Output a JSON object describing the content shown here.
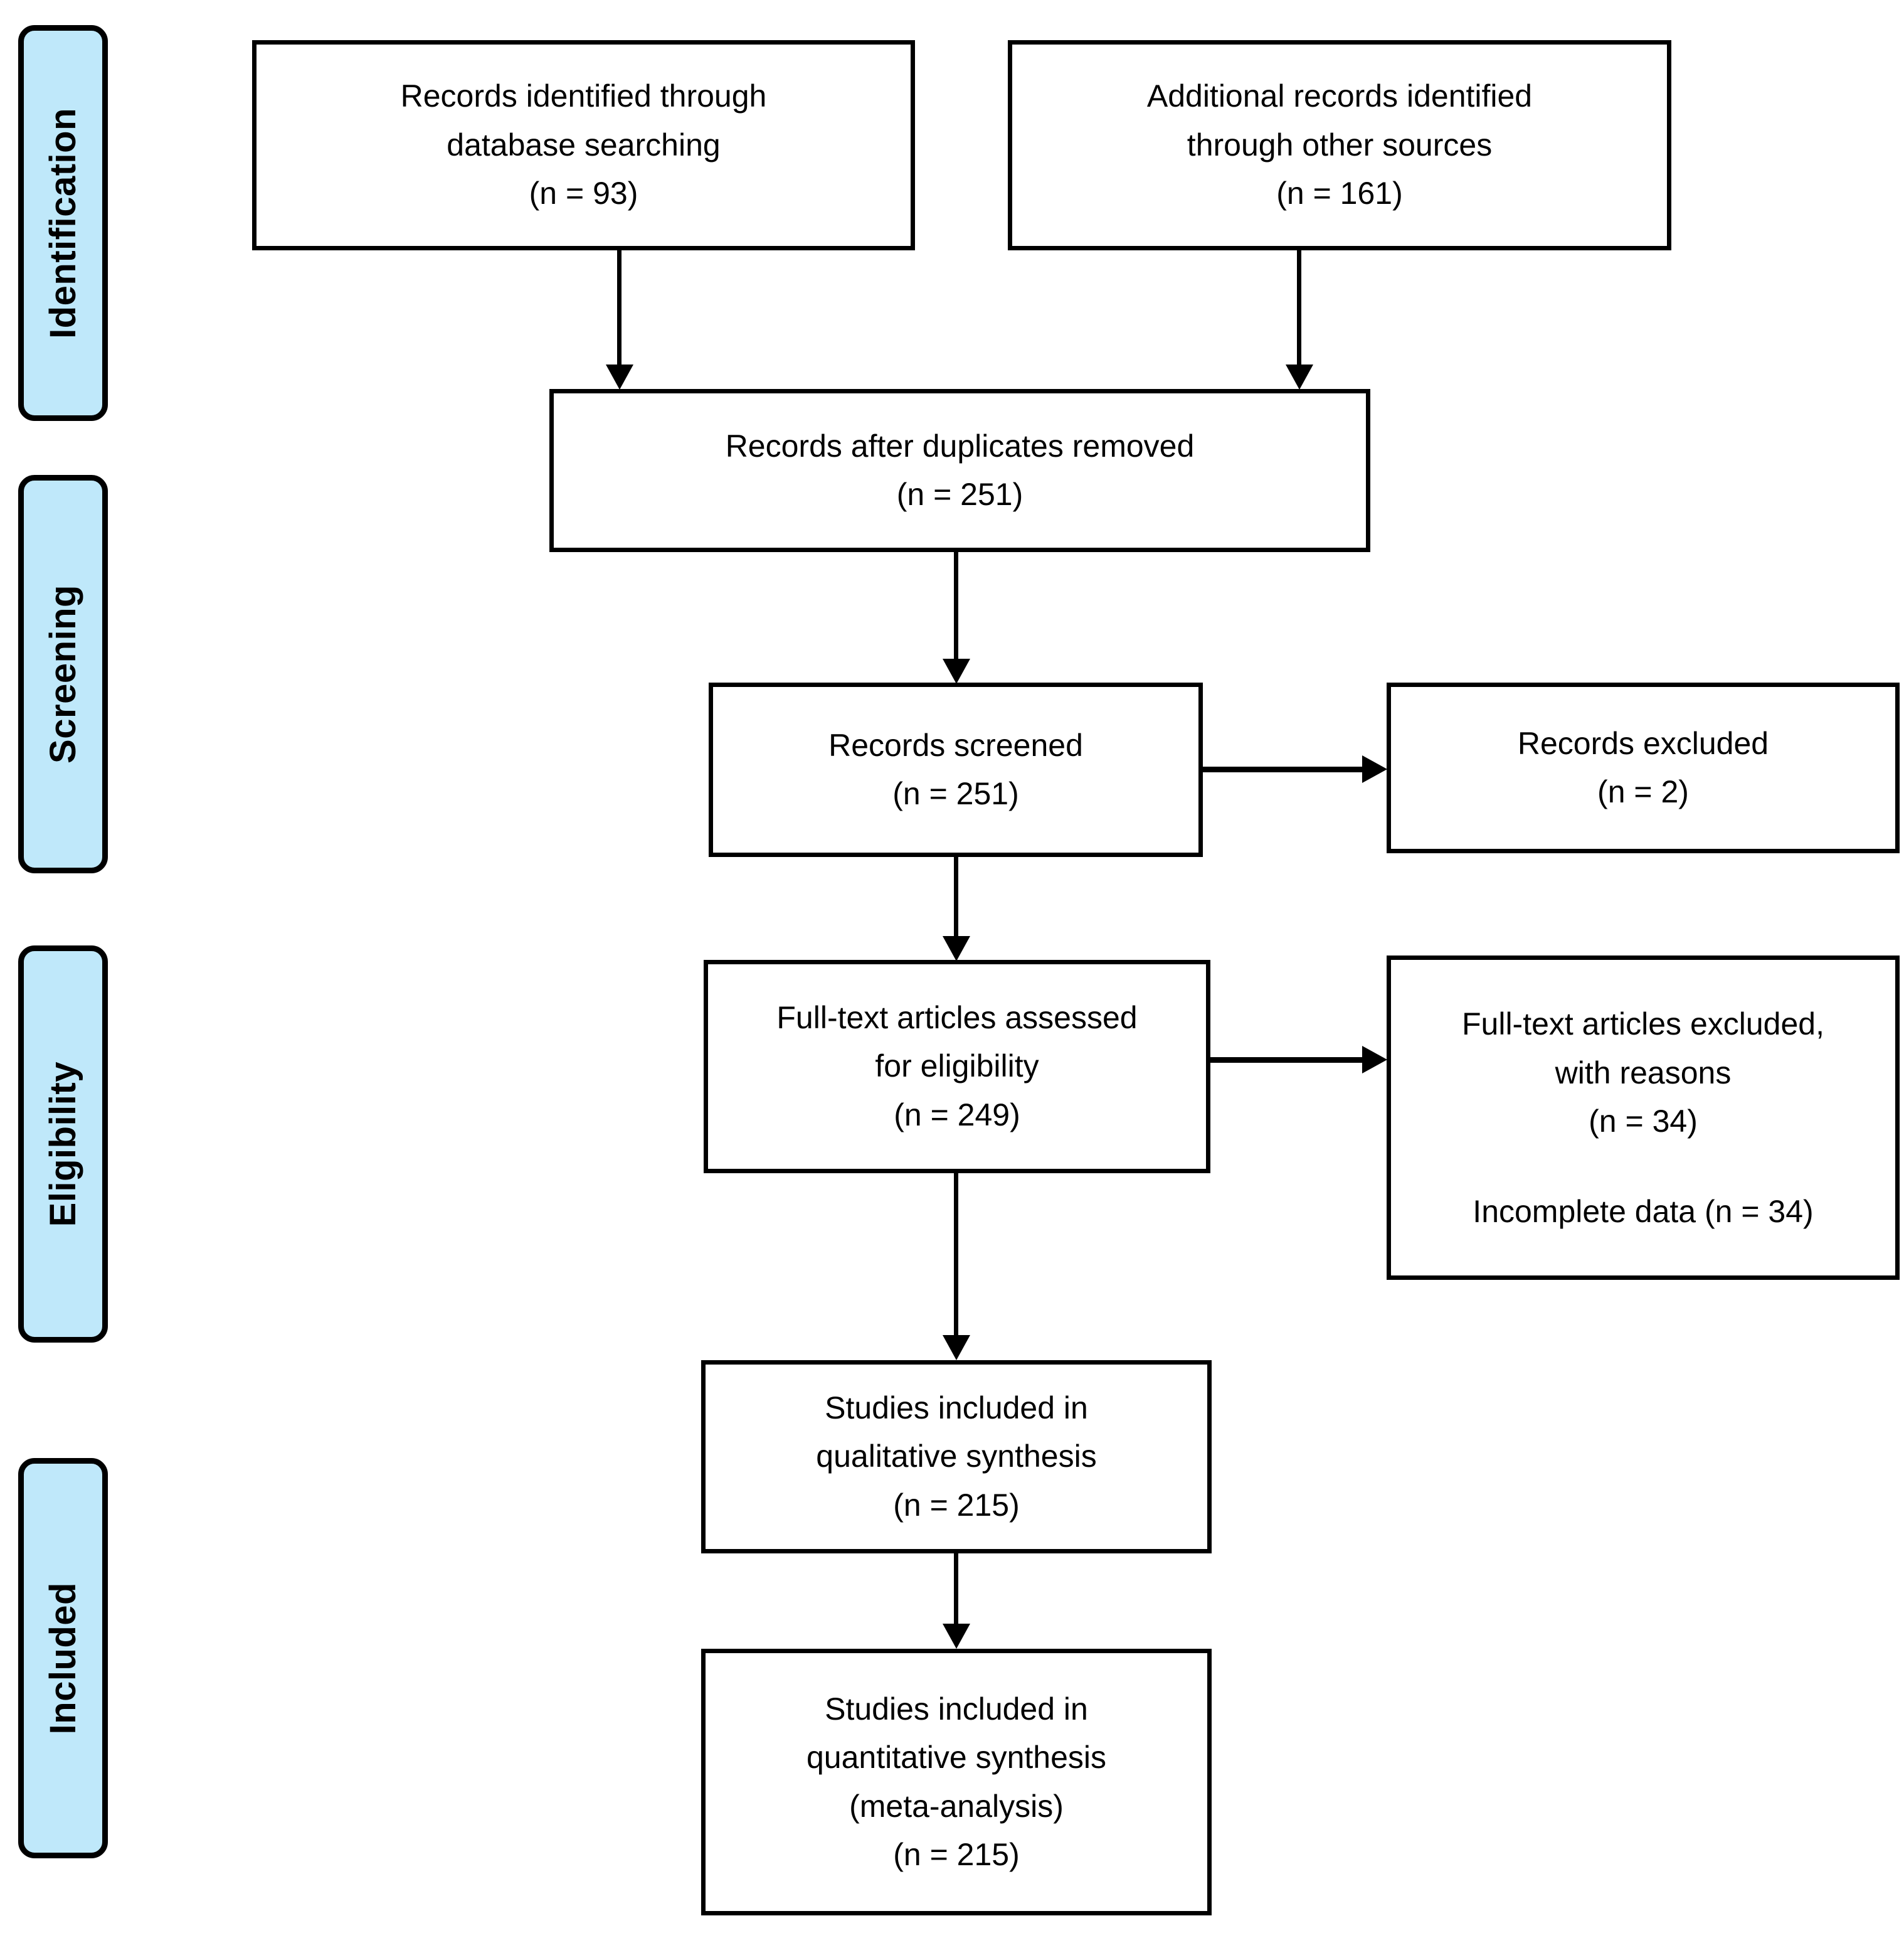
{
  "diagram": {
    "type": "prisma-flow-diagram",
    "stages": [
      {
        "id": "identification",
        "label": "Identification"
      },
      {
        "id": "screening",
        "label": "Screening"
      },
      {
        "id": "eligibility",
        "label": "Eligibility"
      },
      {
        "id": "included",
        "label": "Included"
      }
    ],
    "boxes": {
      "database_search": {
        "line1": "Records identified through",
        "line2": "database searching",
        "line3": "(n = 93)"
      },
      "other_sources": {
        "line1": "Additional records identified",
        "line2": "through other sources",
        "line3": "(n = 161)"
      },
      "duplicates_removed": {
        "line1": "Records after duplicates removed",
        "line2": "(n = 251)"
      },
      "records_screened": {
        "line1": "Records screened",
        "line2": "(n = 251)"
      },
      "records_excluded": {
        "line1": "Records excluded",
        "line2": "(n = 2)"
      },
      "fulltext_assessed": {
        "line1": "Full-text articles assessed",
        "line2": "for eligibility",
        "line3": "(n = 249)"
      },
      "fulltext_excluded": {
        "line1": "Full-text articles excluded,",
        "line2": "with reasons",
        "line3": "(n = 34)",
        "line4": "Incomplete data (n = 34)"
      },
      "qualitative_synthesis": {
        "line1": "Studies included in",
        "line2": "qualitative synthesis",
        "line3": "(n = 215)"
      },
      "quantitative_synthesis": {
        "line1": "Studies included in",
        "line2": "quantitative synthesis",
        "line3": "(meta-analysis)",
        "line4": "(n = 215)"
      }
    },
    "colors": {
      "stage_fill": "#BFE8FA",
      "stroke": "#000000",
      "box_fill": "#FFFFFF"
    }
  },
  "chart_data": {
    "type": "table",
    "title": "PRISMA flow of study selection",
    "categories": [
      "Records identified through database searching",
      "Additional records identified through other sources",
      "Records after duplicates removed",
      "Records screened",
      "Records excluded",
      "Full-text articles assessed for eligibility",
      "Full-text articles excluded, with reasons",
      "Incomplete data",
      "Studies included in qualitative synthesis",
      "Studies included in quantitative synthesis (meta-analysis)"
    ],
    "values": [
      93,
      161,
      251,
      251,
      2,
      249,
      34,
      34,
      215,
      215
    ]
  }
}
